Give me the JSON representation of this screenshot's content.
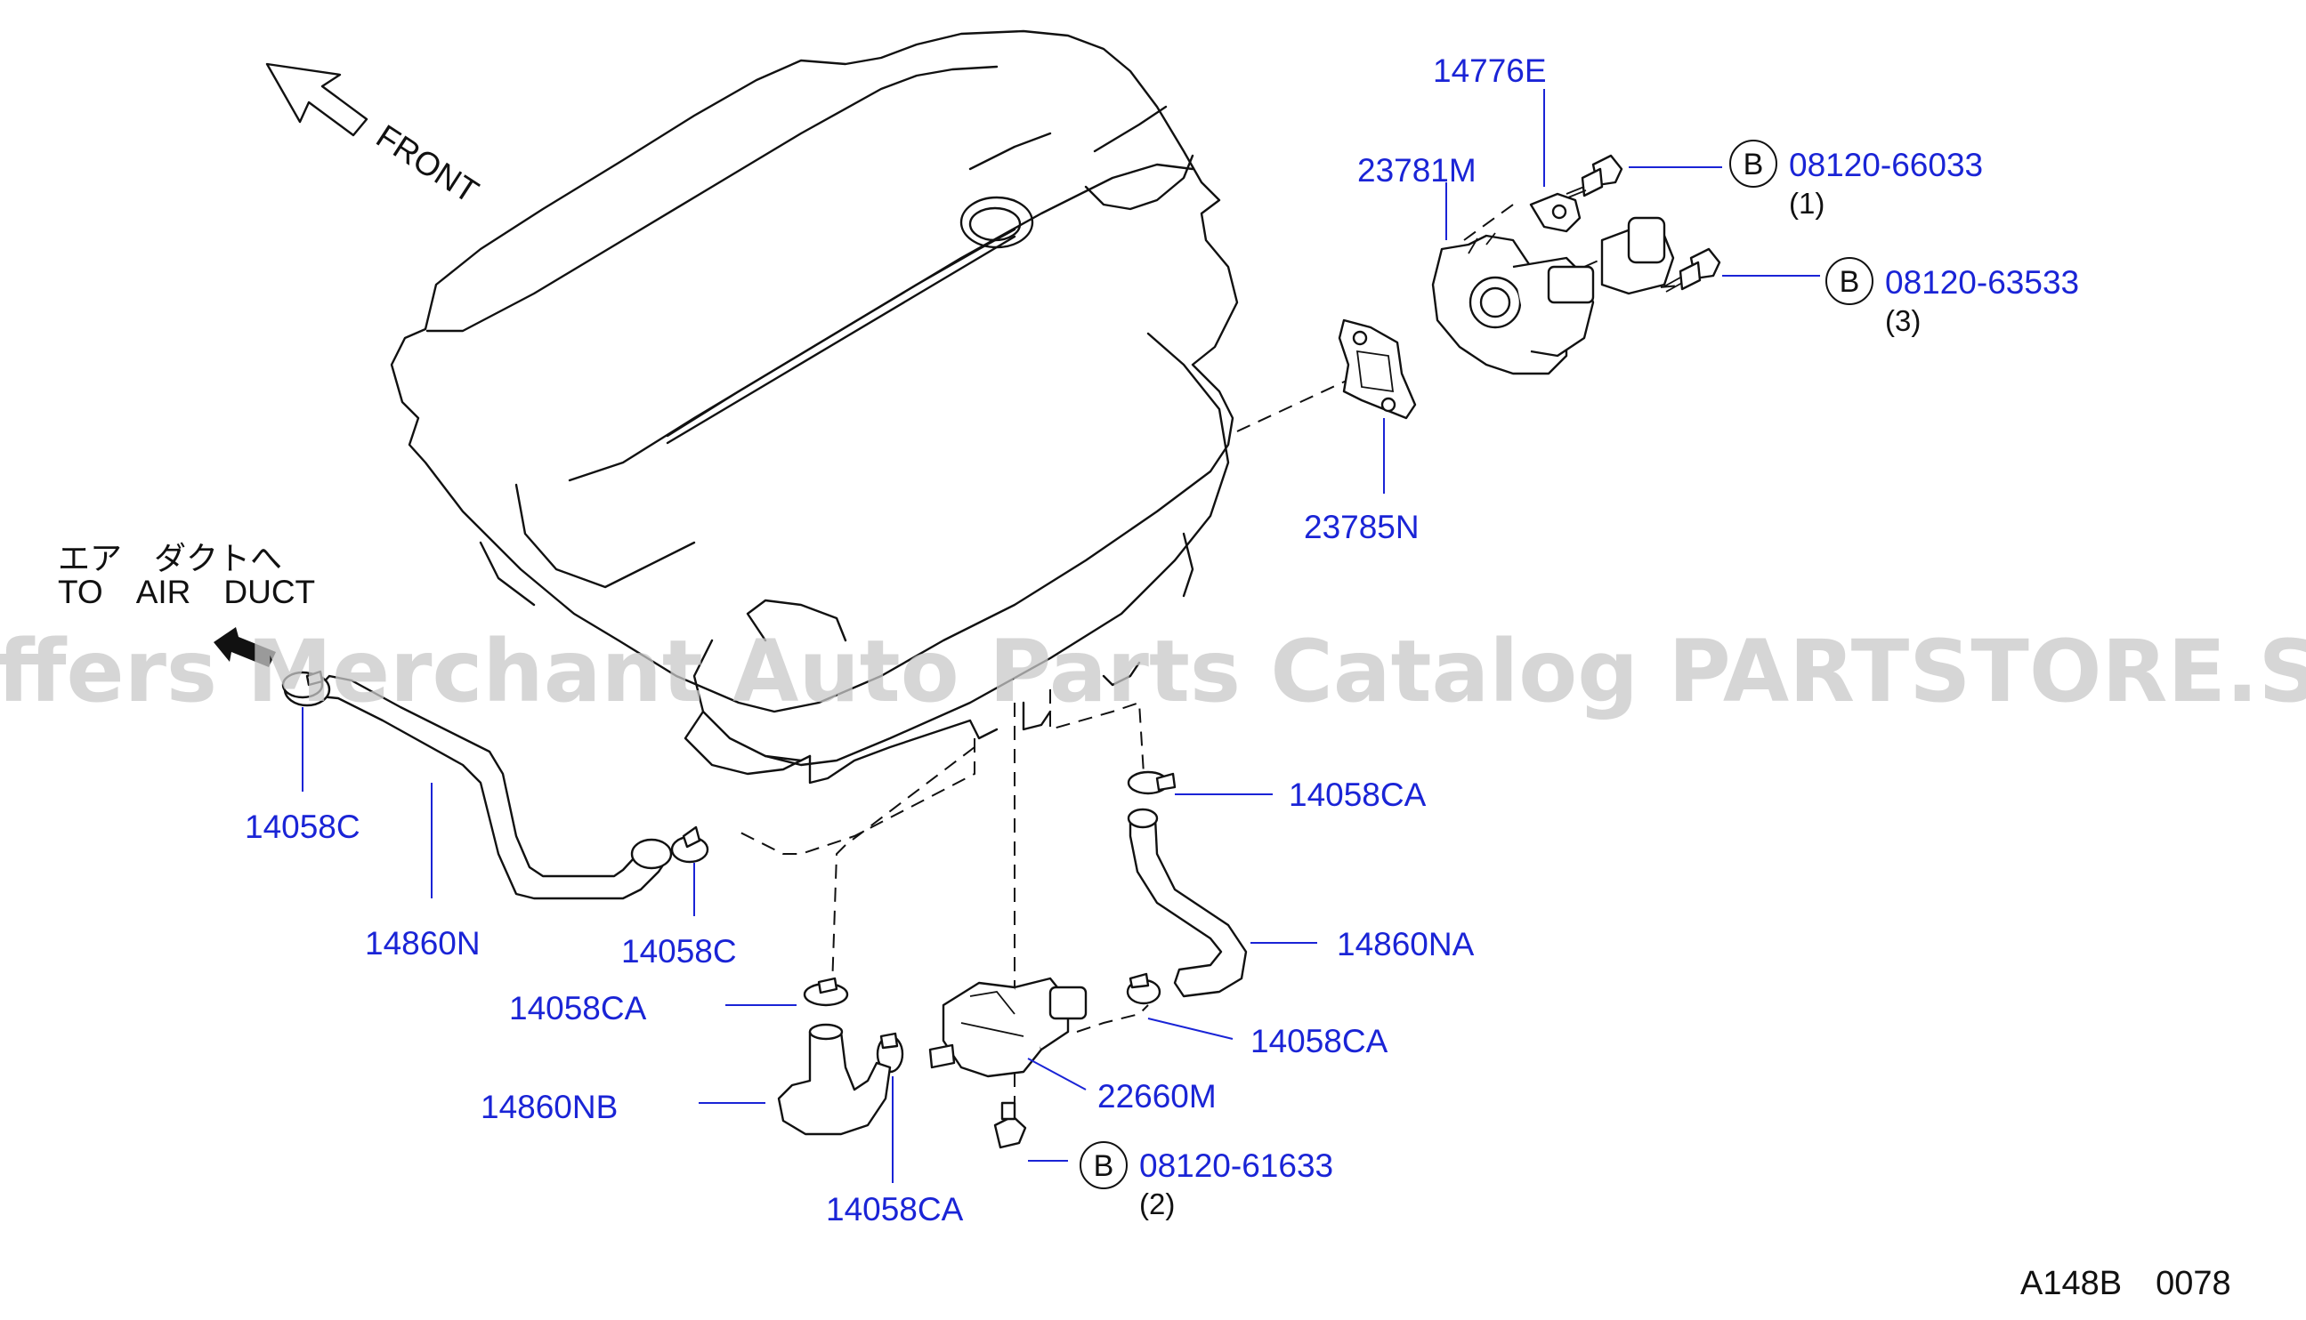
{
  "diagram": {
    "direction_label": "FRONT",
    "duct_label_jp": "エア　ダクトへ",
    "duct_label_en": "TO　AIR　DUCT",
    "watermark": "Offers Merchant Auto Parts Catalog PARTSTORE.SA",
    "reference_code": "A148B　0078",
    "bolt_badge": "B",
    "parts": {
      "p14776E": "14776E",
      "p23781M": "23781M",
      "p23785N": "23785N",
      "p14058C_upper": "14058C",
      "p14860N": "14860N",
      "p14058C_lower": "14058C",
      "p14058CA_right_top": "14058CA",
      "p14860NA": "14860NA",
      "p14058CA_left": "14058CA",
      "p14058CA_right_bottom": "14058CA",
      "p14860NB": "14860NB",
      "p22660M": "22660M",
      "p14058CA_bottom": "14058CA"
    },
    "bolts": {
      "b1": {
        "part": "08120-66033",
        "qty": "(1)"
      },
      "b3": {
        "part": "08120-63533",
        "qty": "(3)"
      },
      "b2": {
        "part": "08120-61633",
        "qty": "(2)"
      }
    }
  }
}
